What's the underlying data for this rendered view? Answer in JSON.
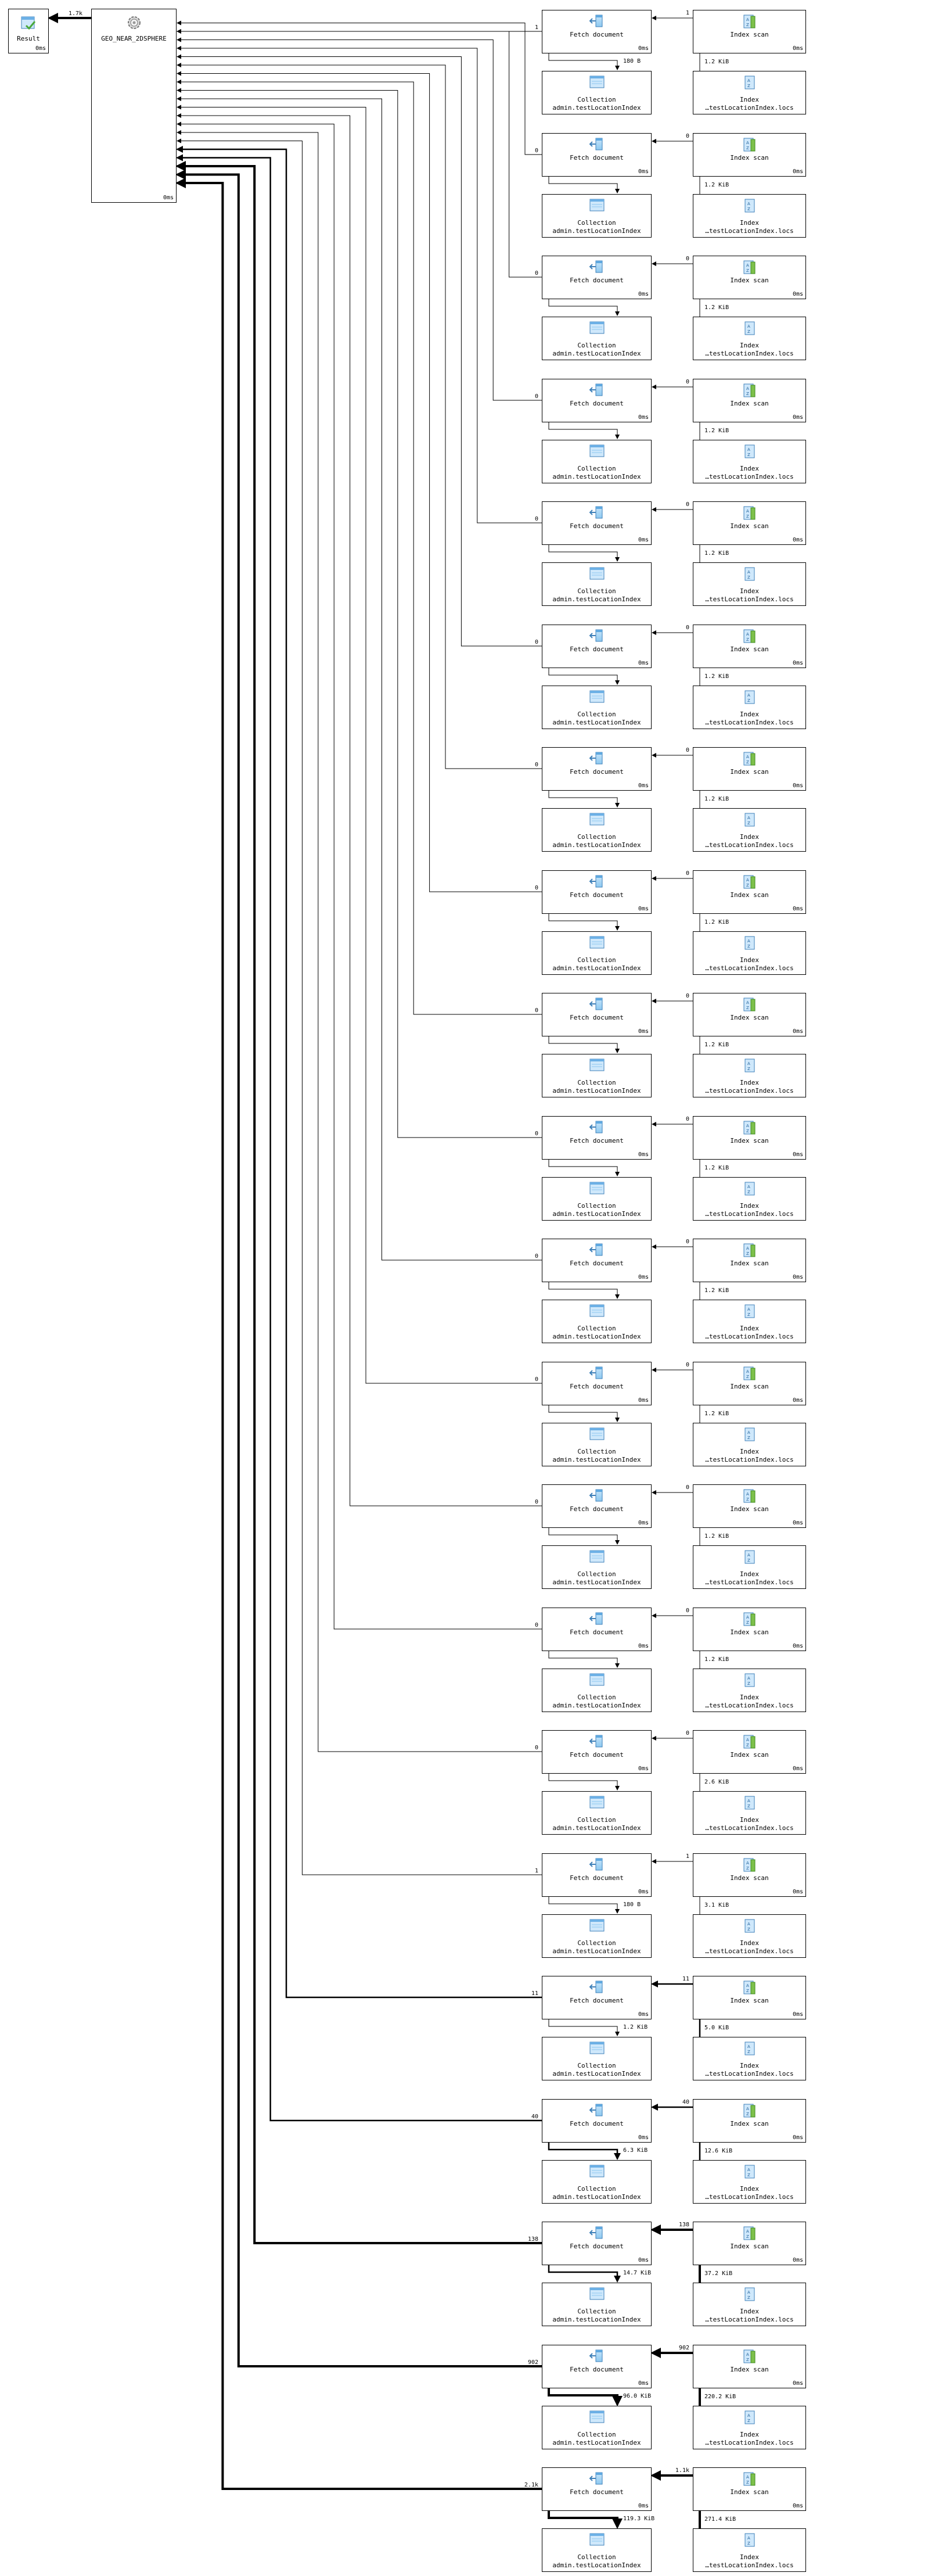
{
  "result": {
    "label": "Result",
    "time": "0ms",
    "icon": "result-icon"
  },
  "root": {
    "label": "GEO_NEAR_2DSPHERE",
    "time": "0ms",
    "icon": "gear-icon",
    "output": "1.7k"
  },
  "stages": [
    {
      "docs": "1",
      "keys": "1",
      "fetch_bytes": "180 B",
      "index_bytes": "1.2 KiB"
    },
    {
      "docs": "0",
      "keys": "0",
      "fetch_bytes": "",
      "index_bytes": "1.2 KiB"
    },
    {
      "docs": "0",
      "keys": "0",
      "fetch_bytes": "",
      "index_bytes": "1.2 KiB"
    },
    {
      "docs": "0",
      "keys": "0",
      "fetch_bytes": "",
      "index_bytes": "1.2 KiB"
    },
    {
      "docs": "0",
      "keys": "0",
      "fetch_bytes": "",
      "index_bytes": "1.2 KiB"
    },
    {
      "docs": "0",
      "keys": "0",
      "fetch_bytes": "",
      "index_bytes": "1.2 KiB"
    },
    {
      "docs": "0",
      "keys": "0",
      "fetch_bytes": "",
      "index_bytes": "1.2 KiB"
    },
    {
      "docs": "0",
      "keys": "0",
      "fetch_bytes": "",
      "index_bytes": "1.2 KiB"
    },
    {
      "docs": "0",
      "keys": "0",
      "fetch_bytes": "",
      "index_bytes": "1.2 KiB"
    },
    {
      "docs": "0",
      "keys": "0",
      "fetch_bytes": "",
      "index_bytes": "1.2 KiB"
    },
    {
      "docs": "0",
      "keys": "0",
      "fetch_bytes": "",
      "index_bytes": "1.2 KiB"
    },
    {
      "docs": "0",
      "keys": "0",
      "fetch_bytes": "",
      "index_bytes": "1.2 KiB"
    },
    {
      "docs": "0",
      "keys": "0",
      "fetch_bytes": "",
      "index_bytes": "1.2 KiB"
    },
    {
      "docs": "0",
      "keys": "0",
      "fetch_bytes": "",
      "index_bytes": "1.2 KiB"
    },
    {
      "docs": "0",
      "keys": "0",
      "fetch_bytes": "",
      "index_bytes": "2.6 KiB"
    },
    {
      "docs": "1",
      "keys": "1",
      "fetch_bytes": "180 B",
      "index_bytes": "3.1 KiB"
    },
    {
      "docs": "11",
      "keys": "11",
      "fetch_bytes": "1.2 KiB",
      "index_bytes": "5.0 KiB"
    },
    {
      "docs": "40",
      "keys": "40",
      "fetch_bytes": "6.3 KiB",
      "index_bytes": "12.6 KiB"
    },
    {
      "docs": "138",
      "keys": "138",
      "fetch_bytes": "14.7 KiB",
      "index_bytes": "37.2 KiB"
    },
    {
      "docs": "902",
      "keys": "902",
      "fetch_bytes": "96.0 KiB",
      "index_bytes": "220.2 KiB"
    },
    {
      "docs": "2.1k",
      "keys": "1.1k",
      "fetch_bytes": "119.3 KiB",
      "index_bytes": "271.4 KiB"
    }
  ],
  "labels": {
    "fetch": "Fetch document",
    "fetch_time": "0ms",
    "collection_1": "Collection",
    "collection_2": "admin.testLocationIndex",
    "index_scan": "Index scan",
    "index_scan_time": "0ms",
    "index_1": "Index",
    "index_2": "…testLocationIndex.locs"
  },
  "icons": {
    "fetch": "fetch-document-icon",
    "collection": "collection-icon",
    "index_scan": "index-scan-icon",
    "index": "index-icon"
  }
}
